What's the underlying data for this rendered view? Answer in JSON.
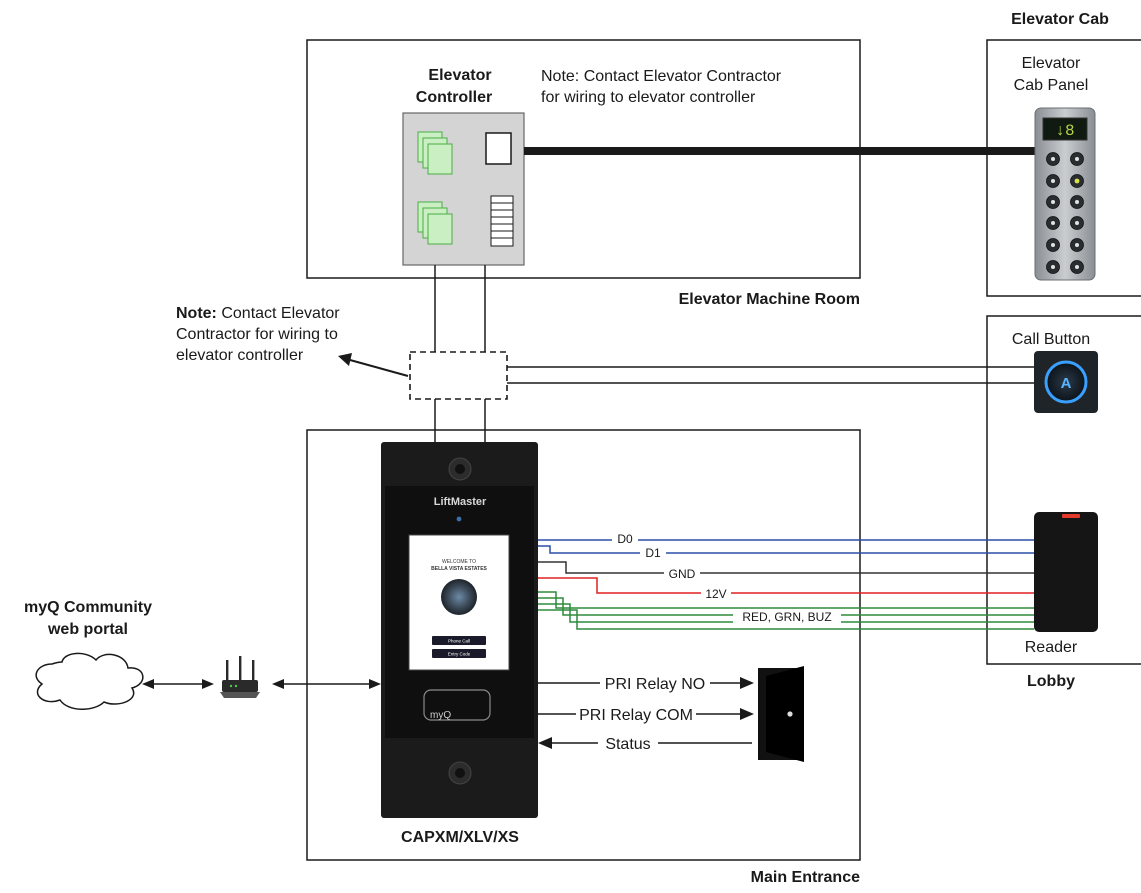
{
  "labels": {
    "elevator_cab": "Elevator Cab",
    "elevator_cab_panel_line1": "Elevator",
    "elevator_cab_panel_line2": "Cab Panel",
    "elevator_controller_line1": "Elevator",
    "elevator_controller_line2": "Controller",
    "controller_note_line1": "Note: Contact Elevator Contractor",
    "controller_note_line2": "for wiring to elevator controller",
    "elevator_machine_room": "Elevator Machine Room",
    "side_note_bold": "Note:",
    "side_note_line1": " Contact Elevator",
    "side_note_line2": "Contractor for wiring to",
    "side_note_line3": "elevator controller",
    "call_button": "Call Button",
    "reader": "Reader",
    "lobby": "Lobby",
    "portal_line1": "myQ Community",
    "portal_line2": "web portal",
    "device_model": "CAPXM/XLV/XS",
    "main_entrance": "Main Entrance",
    "brand": "LiftMaster",
    "myq_logo": "myQ",
    "screen_welcome": "WELCOME TO",
    "screen_property": "BELLA VISTA ESTATES",
    "screen_btn_phone": "Phone Call",
    "screen_btn_entry": "Entry Code",
    "floor_display": "↓8"
  },
  "wires": {
    "d0": "D0",
    "d1": "D1",
    "gnd": "GND",
    "v12": "12V",
    "led": "RED, GRN, BUZ",
    "relay_no": "PRI Relay NO",
    "relay_com": "PRI Relay COM",
    "status": "Status"
  },
  "colors": {
    "d0": "#2b4ea8",
    "d1": "#2b4ea8",
    "gnd": "#333333",
    "v12": "#e02020",
    "led": "#2f8a3a",
    "controller_body": "#d4d4d4",
    "controller_board": "#c9efc2",
    "device_body": "#1b1b1b",
    "panel_body": "#9fa4a8",
    "button_ring": "#3aa0ff"
  }
}
